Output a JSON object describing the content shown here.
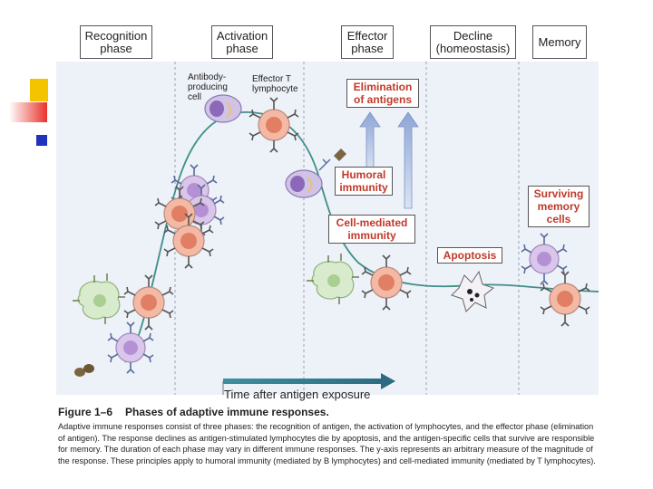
{
  "phases": [
    {
      "line1": "Recognition",
      "line2": "phase"
    },
    {
      "line1": "Activation",
      "line2": "phase"
    },
    {
      "line1": "Effector",
      "line2": "phase"
    },
    {
      "line1": "Decline",
      "line2": "(homeostasis)"
    },
    {
      "line1": "Memory",
      "line2": ""
    }
  ],
  "labels": {
    "antibody_cell": [
      "Antibody-",
      "producing",
      "cell"
    ],
    "effector_t": [
      "Effector T",
      "lymphocyte"
    ],
    "elimination": [
      "Elimination",
      "of antigens"
    ],
    "humoral": [
      "Humoral",
      "immunity"
    ],
    "cell_mediated": [
      "Cell-mediated",
      "immunity"
    ],
    "apoptosis": "Apoptosis",
    "surviving": [
      "Surviving",
      "memory",
      "cells"
    ]
  },
  "axis": {
    "x_label": "Time after antigen exposure"
  },
  "caption": {
    "figure_number": "Figure 1–6",
    "title": "Phases of adaptive immune responses.",
    "body": "Adaptive immune responses consist of three phases: the recognition of antigen, the activation of lymphocytes, and the effector phase (elimination of antigen). The response declines as antigen-stimulated lymphocytes die by apoptosis, and the antigen-specific cells that survive are responsible for memory. The duration of each phase may vary in different immune responses. The y-axis represents an arbitrary measure of the magnitude of the response. These principles apply to humoral immunity (mediated by B lymphocytes) and cell-mediated immunity (mediated by T lymphocytes)."
  },
  "colors": {
    "panel": "#edf1f8",
    "curve": "#3f8f86",
    "label_red": "#c0392b",
    "deco_yellow": "#f5c400",
    "deco_red": "#e8322a",
    "deco_blue": "#2233bb",
    "arrow_blue": "#9fb3dc"
  }
}
